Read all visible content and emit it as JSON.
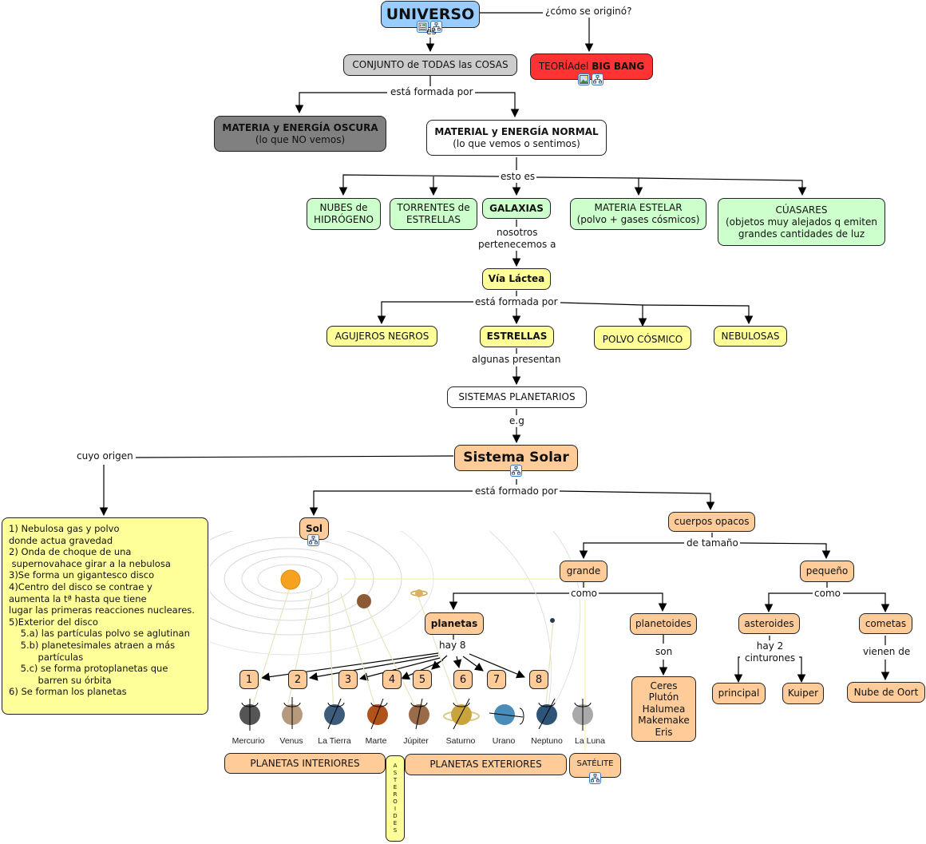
{
  "title": "UNIVERSO",
  "nodes": {
    "universo": "UNIVERSO",
    "big_bang_pre": "TEORÍAdel ",
    "big_bang_bold": "BIG BANG",
    "conjunto": "CONJUNTO de TODAS las COSAS",
    "oscura_title": "MATERIA y ENERGÍA OSCURA",
    "oscura_sub": "(lo que NO vemos)",
    "normal_title": "MATERIAL y ENERGÍA NORMAL",
    "normal_sub": "(lo que vemos o sentimos)",
    "nubes": "NUBES de\nHIDRÓGENO",
    "torrentes": "TORRENTES de\nESTRELLAS",
    "galaxias": "GALAXIAS",
    "materia_estelar": "MATERIA ESTELAR\n(polvo + gases cósmicos)",
    "cuasares": "CÚASARES\n(objetos muy alejados q emiten\ngrandes cantidades de luz",
    "via_lactea": "Vía Láctea",
    "agujeros": "AGUJEROS NEGROS",
    "estrellas": "ESTRELLAS",
    "polvo": "POLVO CÓSMICO",
    "nebulosas": "NEBULOSAS",
    "sistemas": "SISTEMAS PLANETARIOS",
    "sistema_solar": "Sistema Solar",
    "sol": "Sol",
    "cuerpos_opacos": "cuerpos opacos",
    "grande": "grande",
    "pequeno": "pequeño",
    "planetas": "planetas",
    "planetoides": "planetoides",
    "planetoides_list": "Ceres\nPlutón\nHalumea\nMakemake\nEris",
    "asteroides": "asteroides",
    "cometas": "cometas",
    "principal": "principal",
    "kuiper": "Kuiper",
    "nube_oort": "Nube de Oort",
    "planetas_interiores": "PLANETAS INTERIORES",
    "planetas_exteriores": "PLANETAS EXTERIORES",
    "satelite": "SATÉLITE",
    "asteroides_vertical": [
      "A",
      "S",
      "T",
      "E",
      "R",
      "O",
      "I",
      "D",
      "E",
      "S"
    ],
    "numbers": [
      "1",
      "2",
      "3",
      "4",
      "5",
      "6",
      "7",
      "8"
    ]
  },
  "origin_note": "1) Nebulosa gas y polvo\ndonde actua gravedad\n2) Onda de choque de una\n supernovahace girar a la nebulosa\n3)Se forma un gigantesco disco\n4)Centro del disco se contrae y\naumenta la tª hasta que tiene\nlugar las primeras reacciones nucleares.\n5)Exterior del disco\n    5.a) las partículas polvo se aglutinan\n    5.b) planetesimales atraen a más\n          partículas\n    5.c) se forma protoplanetas que\n          barren su órbita\n6) Se forman los planetas",
  "links": {
    "como_se_origino": "¿cómo se originó?",
    "es": "es",
    "esta_formada_por": "está formada por",
    "esto_es": "esto es",
    "nosotros": "nosotros\npertenecemos a",
    "via_formada_por": "está formada por",
    "algunas_presentan": "algunas presentan",
    "eg": "e.g",
    "cuyo_origen": "cuyo origen",
    "esta_formado_por": "está formado por",
    "de_tamano": "de tamaño",
    "como_grande": "como",
    "como_pequeno": "como",
    "hay_8": "hay 8",
    "son": "son",
    "hay_2": "hay 2\ncinturones",
    "vienen_de": "vienen de"
  },
  "planet_labels": [
    "Mercurio",
    "Venus",
    "La Tierra",
    "Marte",
    "Júpiter",
    "Saturno",
    "Urano",
    "Neptuno",
    "La Luna"
  ],
  "icons": {
    "resource_types": [
      "document-icon",
      "concept-map-icon",
      "image-icon"
    ]
  },
  "colors": {
    "universo": "#99ccff",
    "conjunto": "#cccccc",
    "oscura": "#808080",
    "big_bang": "#ff3333",
    "green_nodes": "#ccffcc",
    "yellow_nodes": "#ffff99",
    "orange_nodes": "#ffcc99"
  }
}
